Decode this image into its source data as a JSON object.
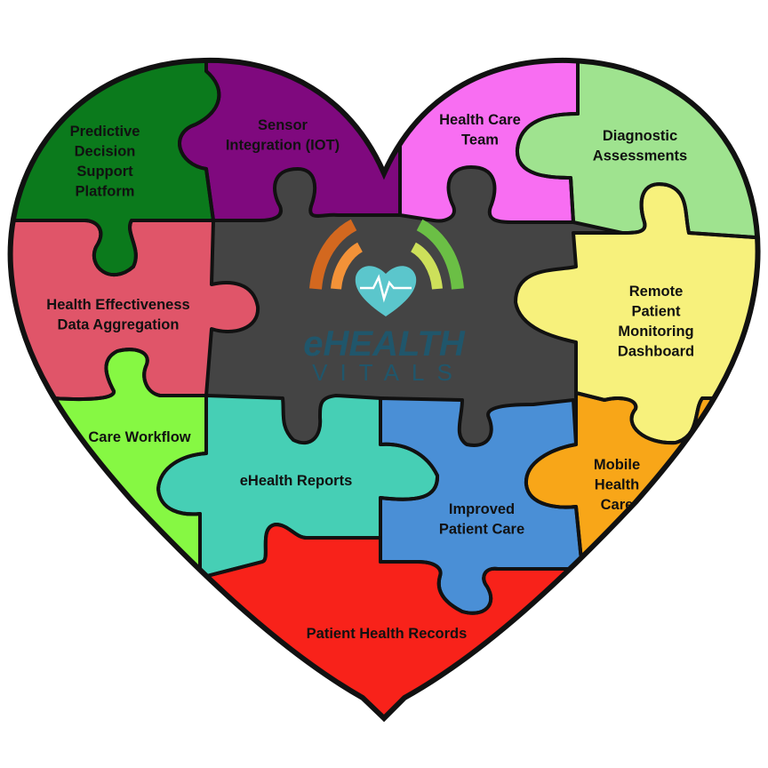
{
  "pieces": [
    {
      "id": "predictive",
      "lines": [
        "Predictive",
        "Decision",
        "Support",
        "Platform"
      ],
      "color": "#0b7a1c"
    },
    {
      "id": "sensor",
      "lines": [
        "Sensor",
        "Integration (IOT)"
      ],
      "color": "#7f097e"
    },
    {
      "id": "team",
      "lines": [
        "Health Care",
        "Team"
      ],
      "color": "#f86ef2"
    },
    {
      "id": "diagnostic",
      "lines": [
        "Diagnostic",
        "Assessments"
      ],
      "color": "#9fe38f"
    },
    {
      "id": "effectiveness",
      "lines": [
        "Health Effectiveness",
        "Data Aggregation"
      ],
      "color": "#e05569"
    },
    {
      "id": "remote",
      "lines": [
        "Remote",
        "Patient",
        "Monitoring",
        "Dashboard"
      ],
      "color": "#f7f17c"
    },
    {
      "id": "workflow",
      "lines": [
        "Care Workflow"
      ],
      "color": "#86f843"
    },
    {
      "id": "reports",
      "lines": [
        "eHealth Reports"
      ],
      "color": "#46cfb5"
    },
    {
      "id": "improved",
      "lines": [
        "Improved",
        "Patient Care"
      ],
      "color": "#4a8fd6"
    },
    {
      "id": "mobile",
      "lines": [
        "Mobile",
        "Health",
        "Care"
      ],
      "color": "#f8a618"
    },
    {
      "id": "records",
      "lines": [
        "Patient Health Records"
      ],
      "color": "#f8221a"
    }
  ],
  "center": {
    "color": "#444444"
  },
  "logo": {
    "word_e": "e",
    "word_rest": "HEALTH",
    "sub": "VITALS",
    "colors": {
      "heart": "#5bc6cc",
      "text": "#20566b",
      "arc_left_outer": "#d3681f",
      "arc_left_inner": "#f39238",
      "arc_right_outer": "#6bbf45",
      "arc_right_inner": "#cde05a"
    }
  },
  "outline_color": "#111111"
}
